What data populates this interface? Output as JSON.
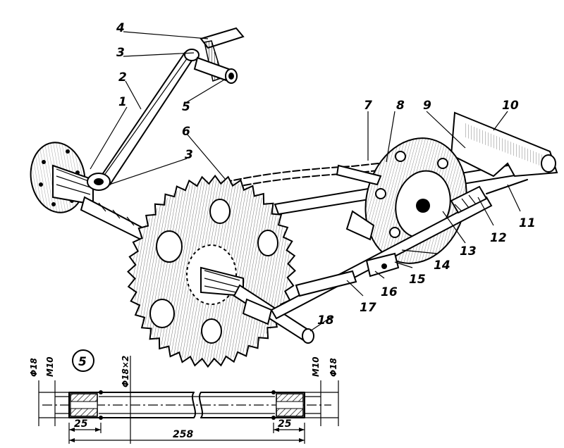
{
  "callouts": [
    "1",
    "2",
    "3",
    "4",
    "3",
    "5",
    "6",
    "7",
    "8",
    "9",
    "10",
    "11",
    "12",
    "13",
    "14",
    "15",
    "16",
    "17",
    "18"
  ],
  "detail": {
    "number": "5",
    "dims": {
      "left_outer": "Φ18",
      "left_thread": "M10",
      "tube": "Φ18×2",
      "right_thread": "M10",
      "right_outer": "Φ18",
      "left_len": "25",
      "total_len": "258",
      "right_len": "25"
    }
  }
}
